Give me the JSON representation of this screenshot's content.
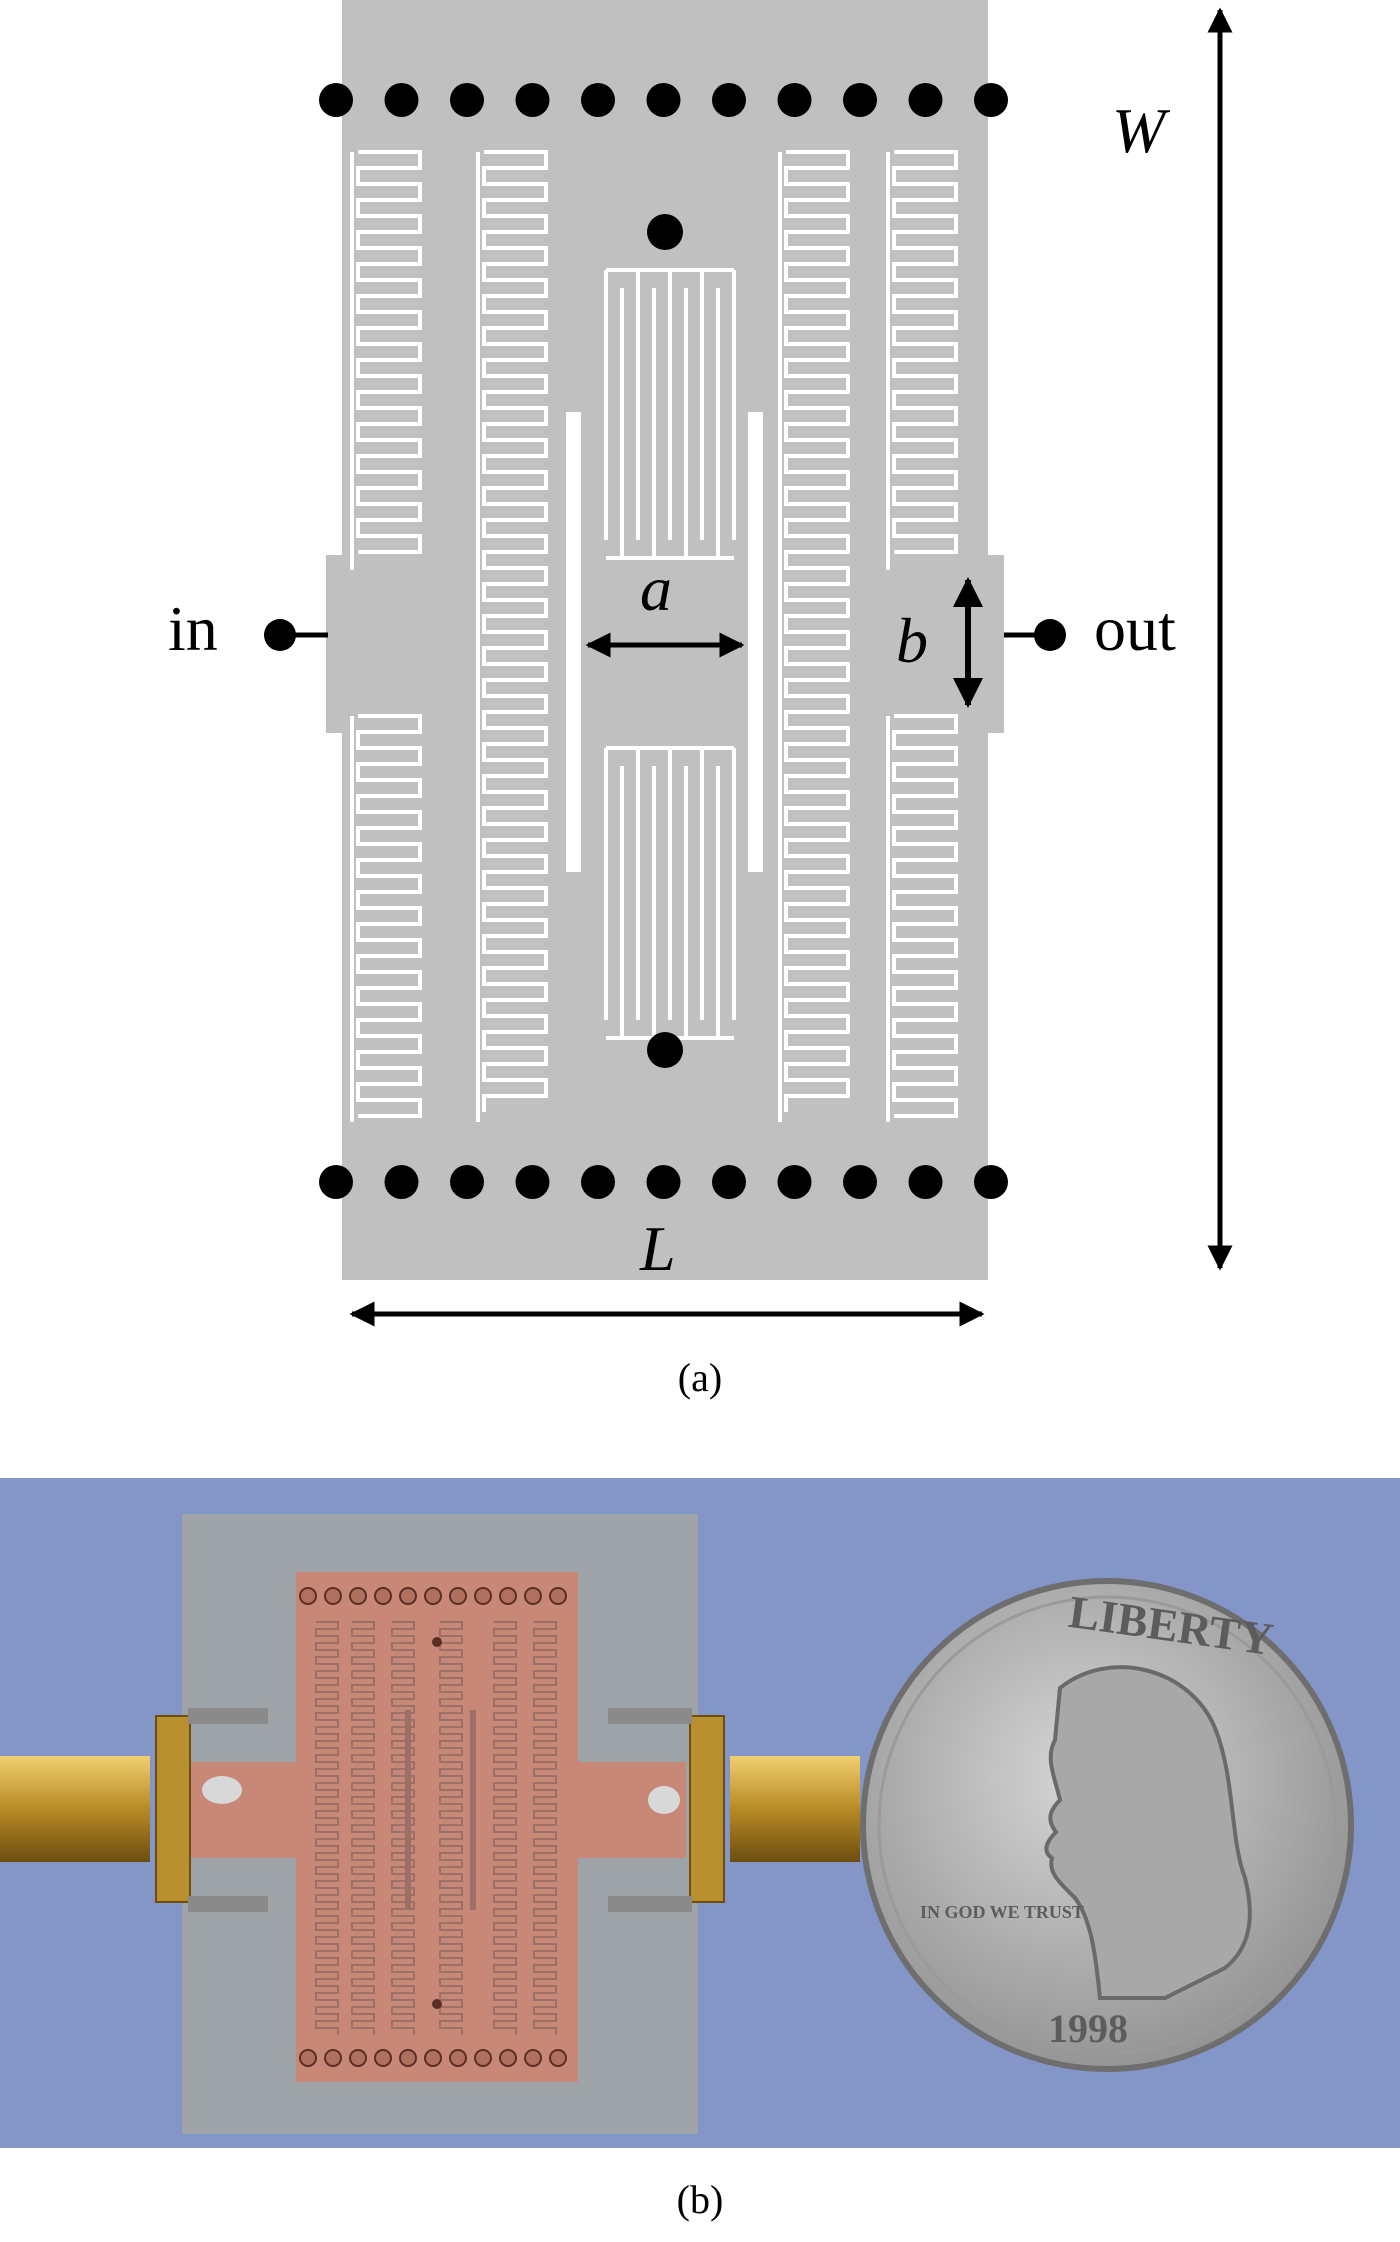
{
  "figure_a": {
    "caption": "(a)",
    "labels": {
      "input": "in",
      "output": "out",
      "width": "W",
      "length": "L",
      "gap_a": "a",
      "gap_b": "b"
    }
  },
  "figure_b": {
    "caption": "(b)",
    "coin": {
      "top_text": "LIBERTY",
      "motto": "IN GOD WE TRUST",
      "year": "1998"
    }
  },
  "colors": {
    "substrate": "#c0c0c0",
    "slot": "#ffffff",
    "via": "#000000",
    "photo_background": "#8496c8",
    "copper": "#c88878",
    "gold_connector": "#c8a040",
    "coin_silver": "#b8b8b8"
  }
}
